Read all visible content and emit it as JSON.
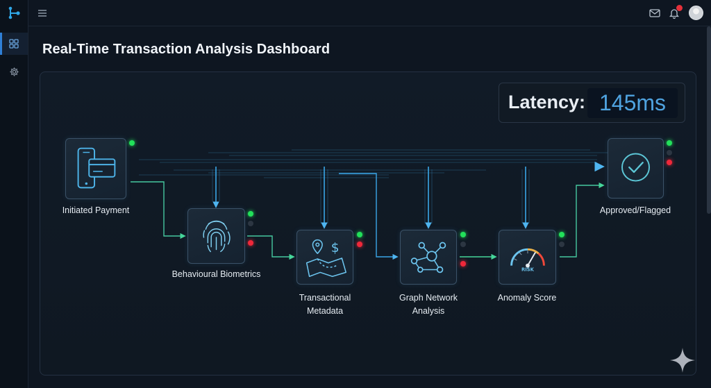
{
  "app": {
    "title": "Real-Time Transaction Analysis Dashboard"
  },
  "sidebar": {
    "items": [
      {
        "icon": "grid-icon",
        "active": true
      },
      {
        "icon": "gear-icon",
        "active": false
      }
    ]
  },
  "topbar": {
    "icons": [
      "menu-icon",
      "mail-icon",
      "bell-icon",
      "avatar"
    ]
  },
  "latency": {
    "label": "Latency:",
    "value": "145ms"
  },
  "flow": {
    "nodes": [
      {
        "id": "initiated",
        "label": "Initiated Payment",
        "icon": "mobile-card-icon",
        "status": [
          "green"
        ]
      },
      {
        "id": "biometrics",
        "label": "Behavioural Biometrics",
        "icon": "fingerprint-icon",
        "status": [
          "green",
          "off",
          "red"
        ]
      },
      {
        "id": "metadata",
        "label_line1": "Transactional",
        "label_line2": "Metadata",
        "icon": "map-dollar-icon",
        "status": [
          "green",
          "red"
        ]
      },
      {
        "id": "graph",
        "label_line1": "Graph Network",
        "label_line2": "Analysis",
        "icon": "network-icon",
        "status": [
          "green",
          "off",
          "red"
        ]
      },
      {
        "id": "anomaly",
        "label": "Anomaly Score",
        "icon": "risk-gauge-icon",
        "gauge_text": "RISK",
        "status": [
          "green",
          "off"
        ]
      },
      {
        "id": "approved",
        "label": "Approved/Flagged",
        "icon": "check-circle-icon",
        "status": [
          "green",
          "off",
          "red"
        ]
      }
    ]
  },
  "colors": {
    "accent": "#4fa3e0",
    "flow_blue": "#3aa6e8",
    "flow_green": "#3fd18a",
    "ok": "#22e05a",
    "alert": "#f0283a"
  }
}
